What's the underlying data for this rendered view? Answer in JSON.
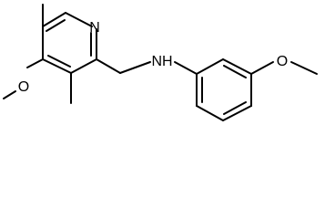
{
  "molecule": {
    "atoms": {
      "pyridine_n": "N",
      "amine_nh": "NH",
      "methoxy_o_left": "O",
      "methoxy_o_right": "O"
    },
    "colors": {
      "bond": "#000000",
      "label": "#000000",
      "background": "#ffffff"
    }
  }
}
